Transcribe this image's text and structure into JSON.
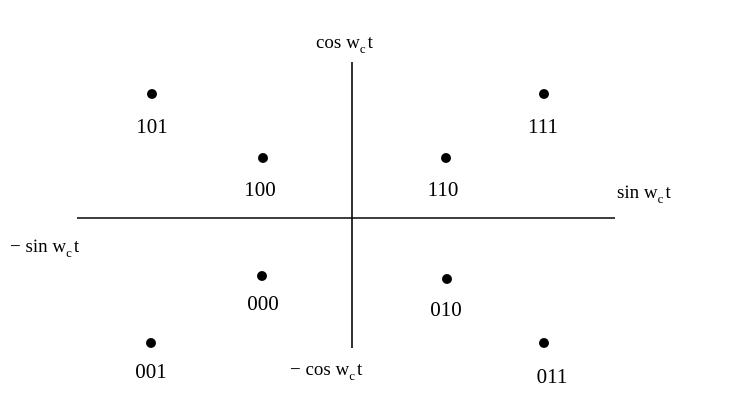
{
  "axes": {
    "pos_y": {
      "pre": "cos w",
      "sub": "c",
      "post": "t"
    },
    "neg_y": {
      "pre": "− cos w",
      "sub": "c",
      "post": "t"
    },
    "pos_x": {
      "pre": "sin  w",
      "sub": "c",
      "post": "t"
    },
    "neg_x": {
      "pre": "− sin  w",
      "sub": "c",
      "post": "t"
    }
  },
  "points": [
    {
      "code": "101"
    },
    {
      "code": "100"
    },
    {
      "code": "110"
    },
    {
      "code": "111"
    },
    {
      "code": "000"
    },
    {
      "code": "010"
    },
    {
      "code": "001"
    },
    {
      "code": "011"
    }
  ],
  "colors": {
    "ink": "#000000",
    "background": "#ffffff"
  }
}
